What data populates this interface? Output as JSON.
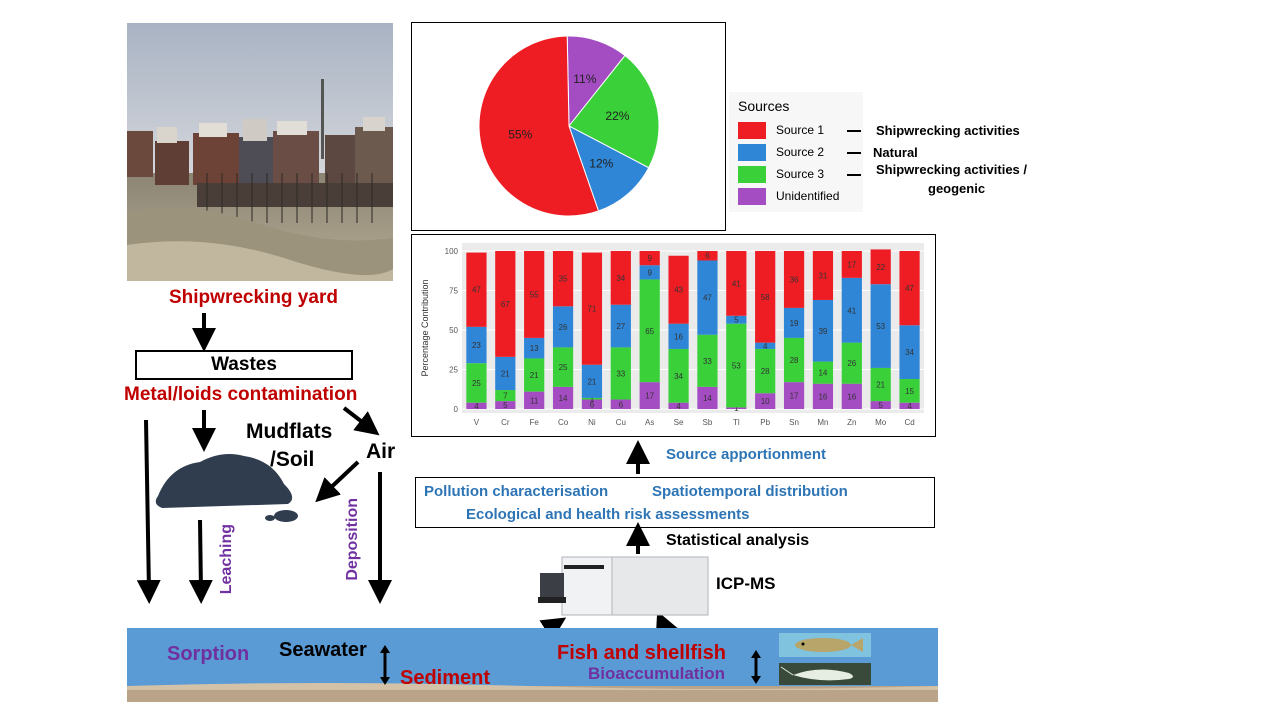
{
  "photo": {
    "caption": "Shipwrecking yard"
  },
  "flow": {
    "wastes": "Wastes",
    "contamination": "Metal/loids contamination",
    "mudflats_line1": "Mudflats",
    "mudflats_line2": "/Soil",
    "air": "Air",
    "leaching": "Leaching",
    "deposition": "Deposition",
    "sorption": "Sorption",
    "seawater": "Seawater",
    "sediment": "Sediment",
    "fish": "Fish and shellfish",
    "bioaccumulation": "Bioaccumulation",
    "icpms": "ICP-MS",
    "statistical": "Statistical analysis",
    "source_apportionment": "Source apportionment",
    "analysis_box": {
      "item1": "Pollution characterisation",
      "item2": "Spatiotemporal distribution",
      "item3": "Ecological and health risk assessments"
    }
  },
  "legend": {
    "title": "Sources",
    "items": [
      {
        "label": "Source 1",
        "color": "#ee1d24",
        "description": "Shipwrecking activities"
      },
      {
        "label": "Source 2",
        "color": "#2f85d6",
        "description": "Natural"
      },
      {
        "label": "Source 3",
        "color": "#39d03a",
        "description_line1": "Shipwrecking activities /",
        "description_line2": "geogenic"
      },
      {
        "label": "Unidentified",
        "color": "#a44cc2"
      }
    ]
  },
  "chart_data": [
    {
      "type": "pie",
      "slices": [
        {
          "name": "Source 1",
          "value": 55,
          "label": "55%",
          "color": "#ee1d24"
        },
        {
          "name": "Source 2",
          "value": 12,
          "label": "12%",
          "color": "#2f85d6"
        },
        {
          "name": "Source 3",
          "value": 22,
          "label": "22%",
          "color": "#39d03a"
        },
        {
          "name": "Unidentified",
          "value": 11,
          "label": "11%",
          "color": "#a44cc2"
        }
      ]
    },
    {
      "type": "bar",
      "stacked": true,
      "ylabel": "Percentage Contribution",
      "ylim": [
        0,
        100
      ],
      "yticks": [
        0,
        25,
        50,
        75,
        100
      ],
      "categories": [
        "V",
        "Cr",
        "Fe",
        "Co",
        "Ni",
        "Cu",
        "As",
        "Se",
        "Sb",
        "Tl",
        "Pb",
        "Sn",
        "Mn",
        "Zn",
        "Mo",
        "Cd"
      ],
      "series": [
        {
          "name": "Unidentified",
          "color": "#a44cc2",
          "values": [
            4,
            5,
            11,
            14,
            6,
            6,
            17,
            4,
            14,
            1,
            10,
            17,
            16,
            16,
            5,
            4
          ]
        },
        {
          "name": "Source 3",
          "color": "#39d03a",
          "values": [
            25,
            7,
            21,
            25,
            1,
            33,
            65,
            34,
            33,
            53,
            28,
            28,
            14,
            26,
            21,
            15
          ]
        },
        {
          "name": "Source 2",
          "color": "#2f85d6",
          "values": [
            23,
            21,
            13,
            26,
            21,
            27,
            9,
            16,
            47,
            5,
            4,
            19,
            39,
            41,
            53,
            34
          ]
        },
        {
          "name": "Source 1",
          "color": "#ee1d24",
          "values": [
            47,
            67,
            55,
            35,
            71,
            34,
            9,
            43,
            6,
            41,
            58,
            36,
            31,
            17,
            22,
            47
          ]
        }
      ]
    }
  ]
}
